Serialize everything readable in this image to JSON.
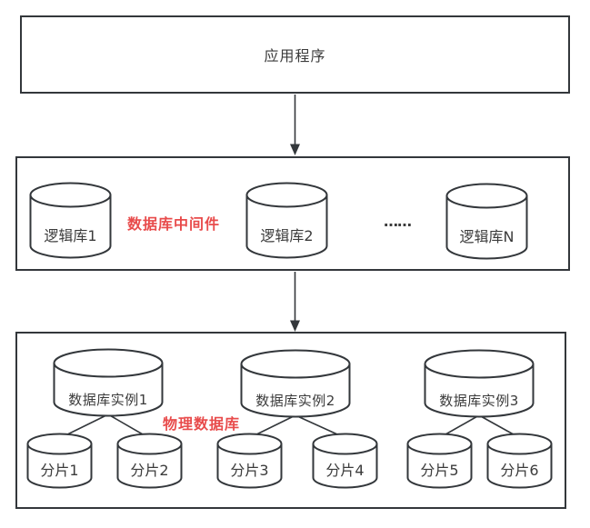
{
  "colors": {
    "stroke": "#33373b",
    "text": "#3b3b3b",
    "accent_red": "#e84b4b",
    "background": "#ffffff"
  },
  "application": {
    "label": "应用程序"
  },
  "middleware": {
    "title": "数据库中间件",
    "ellipsis": "……",
    "cylinders": [
      {
        "label": "逻辑库1"
      },
      {
        "label": "逻辑库2"
      },
      {
        "label": "逻辑库N"
      }
    ]
  },
  "physical": {
    "title": "物理数据库",
    "instances": [
      {
        "label": "数据库实例1"
      },
      {
        "label": "数据库实例2"
      },
      {
        "label": "数据库实例3"
      }
    ],
    "shards": [
      {
        "label": "分片1"
      },
      {
        "label": "分片2"
      },
      {
        "label": "分片3"
      },
      {
        "label": "分片4"
      },
      {
        "label": "分片5"
      },
      {
        "label": "分片6"
      }
    ]
  }
}
